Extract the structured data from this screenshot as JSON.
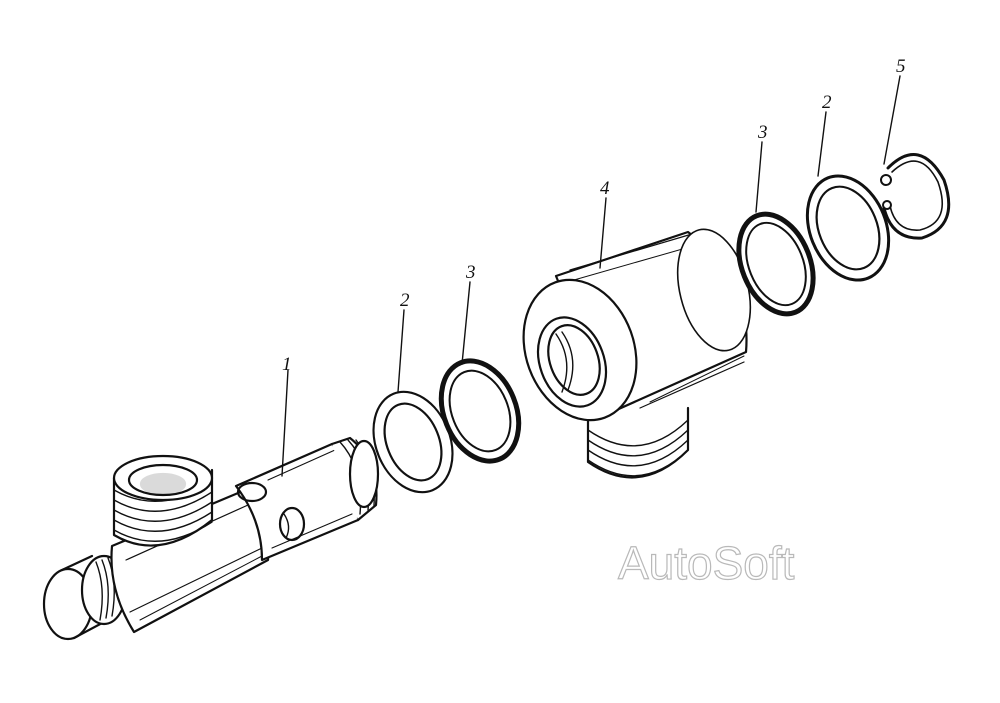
{
  "callouts": [
    "1",
    "2",
    "3",
    "4",
    "3",
    "2",
    "5"
  ],
  "watermark": "AutoSoft",
  "colors": {
    "ink": "#111111",
    "background": "#ffffff",
    "watermark_outline": "#b9b9b9"
  }
}
